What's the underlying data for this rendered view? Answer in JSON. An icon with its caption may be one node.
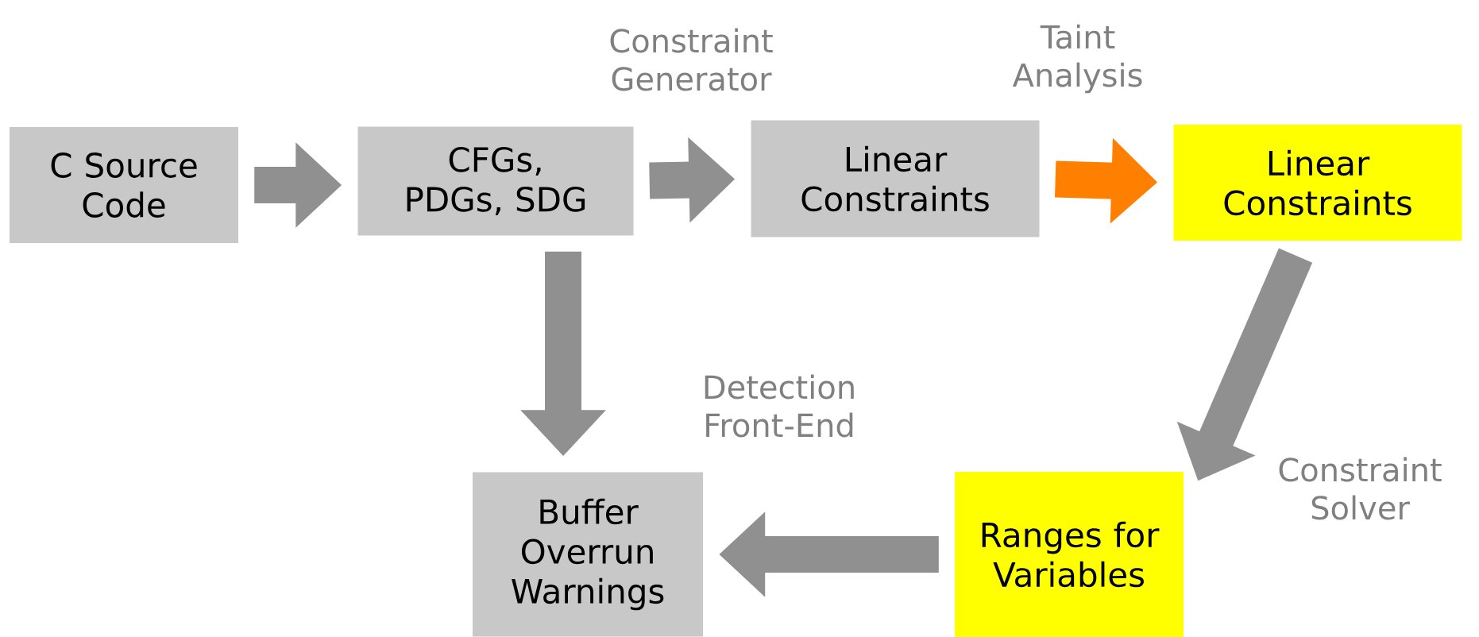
{
  "diagram": {
    "nodes": [
      {
        "text": [
          "C Source Code"
        ]
      },
      {
        "text": [
          "CFGs, PDGs, SDG"
        ]
      },
      {
        "text": [
          "Linear Constraints"
        ]
      },
      {
        "text": [
          "Linear Constraints"
        ]
      },
      {
        "text": [
          "Ranges for Variables"
        ]
      },
      {
        "text": [
          "Buffer Overrun Warnings"
        ]
      }
    ],
    "edges": [
      {
        "from": 0,
        "to": 1,
        "arrow": "to"
      },
      {
        "from": 1,
        "to": 2,
        "arrow": "to",
        "label": "Constraint Generator"
      },
      {
        "from": 2,
        "to": 3,
        "arrow": "to",
        "label": "Taint Analysis",
        "color": "#ff8000"
      },
      {
        "from": 1,
        "to": 5,
        "arrow": "to"
      },
      {
        "from": 3,
        "to": 4,
        "arrow": "to",
        "label": "Constraint Solver"
      },
      {
        "from": 4,
        "to": 5,
        "arrow": "to",
        "label": "Detection Front-End"
      }
    ]
  }
}
